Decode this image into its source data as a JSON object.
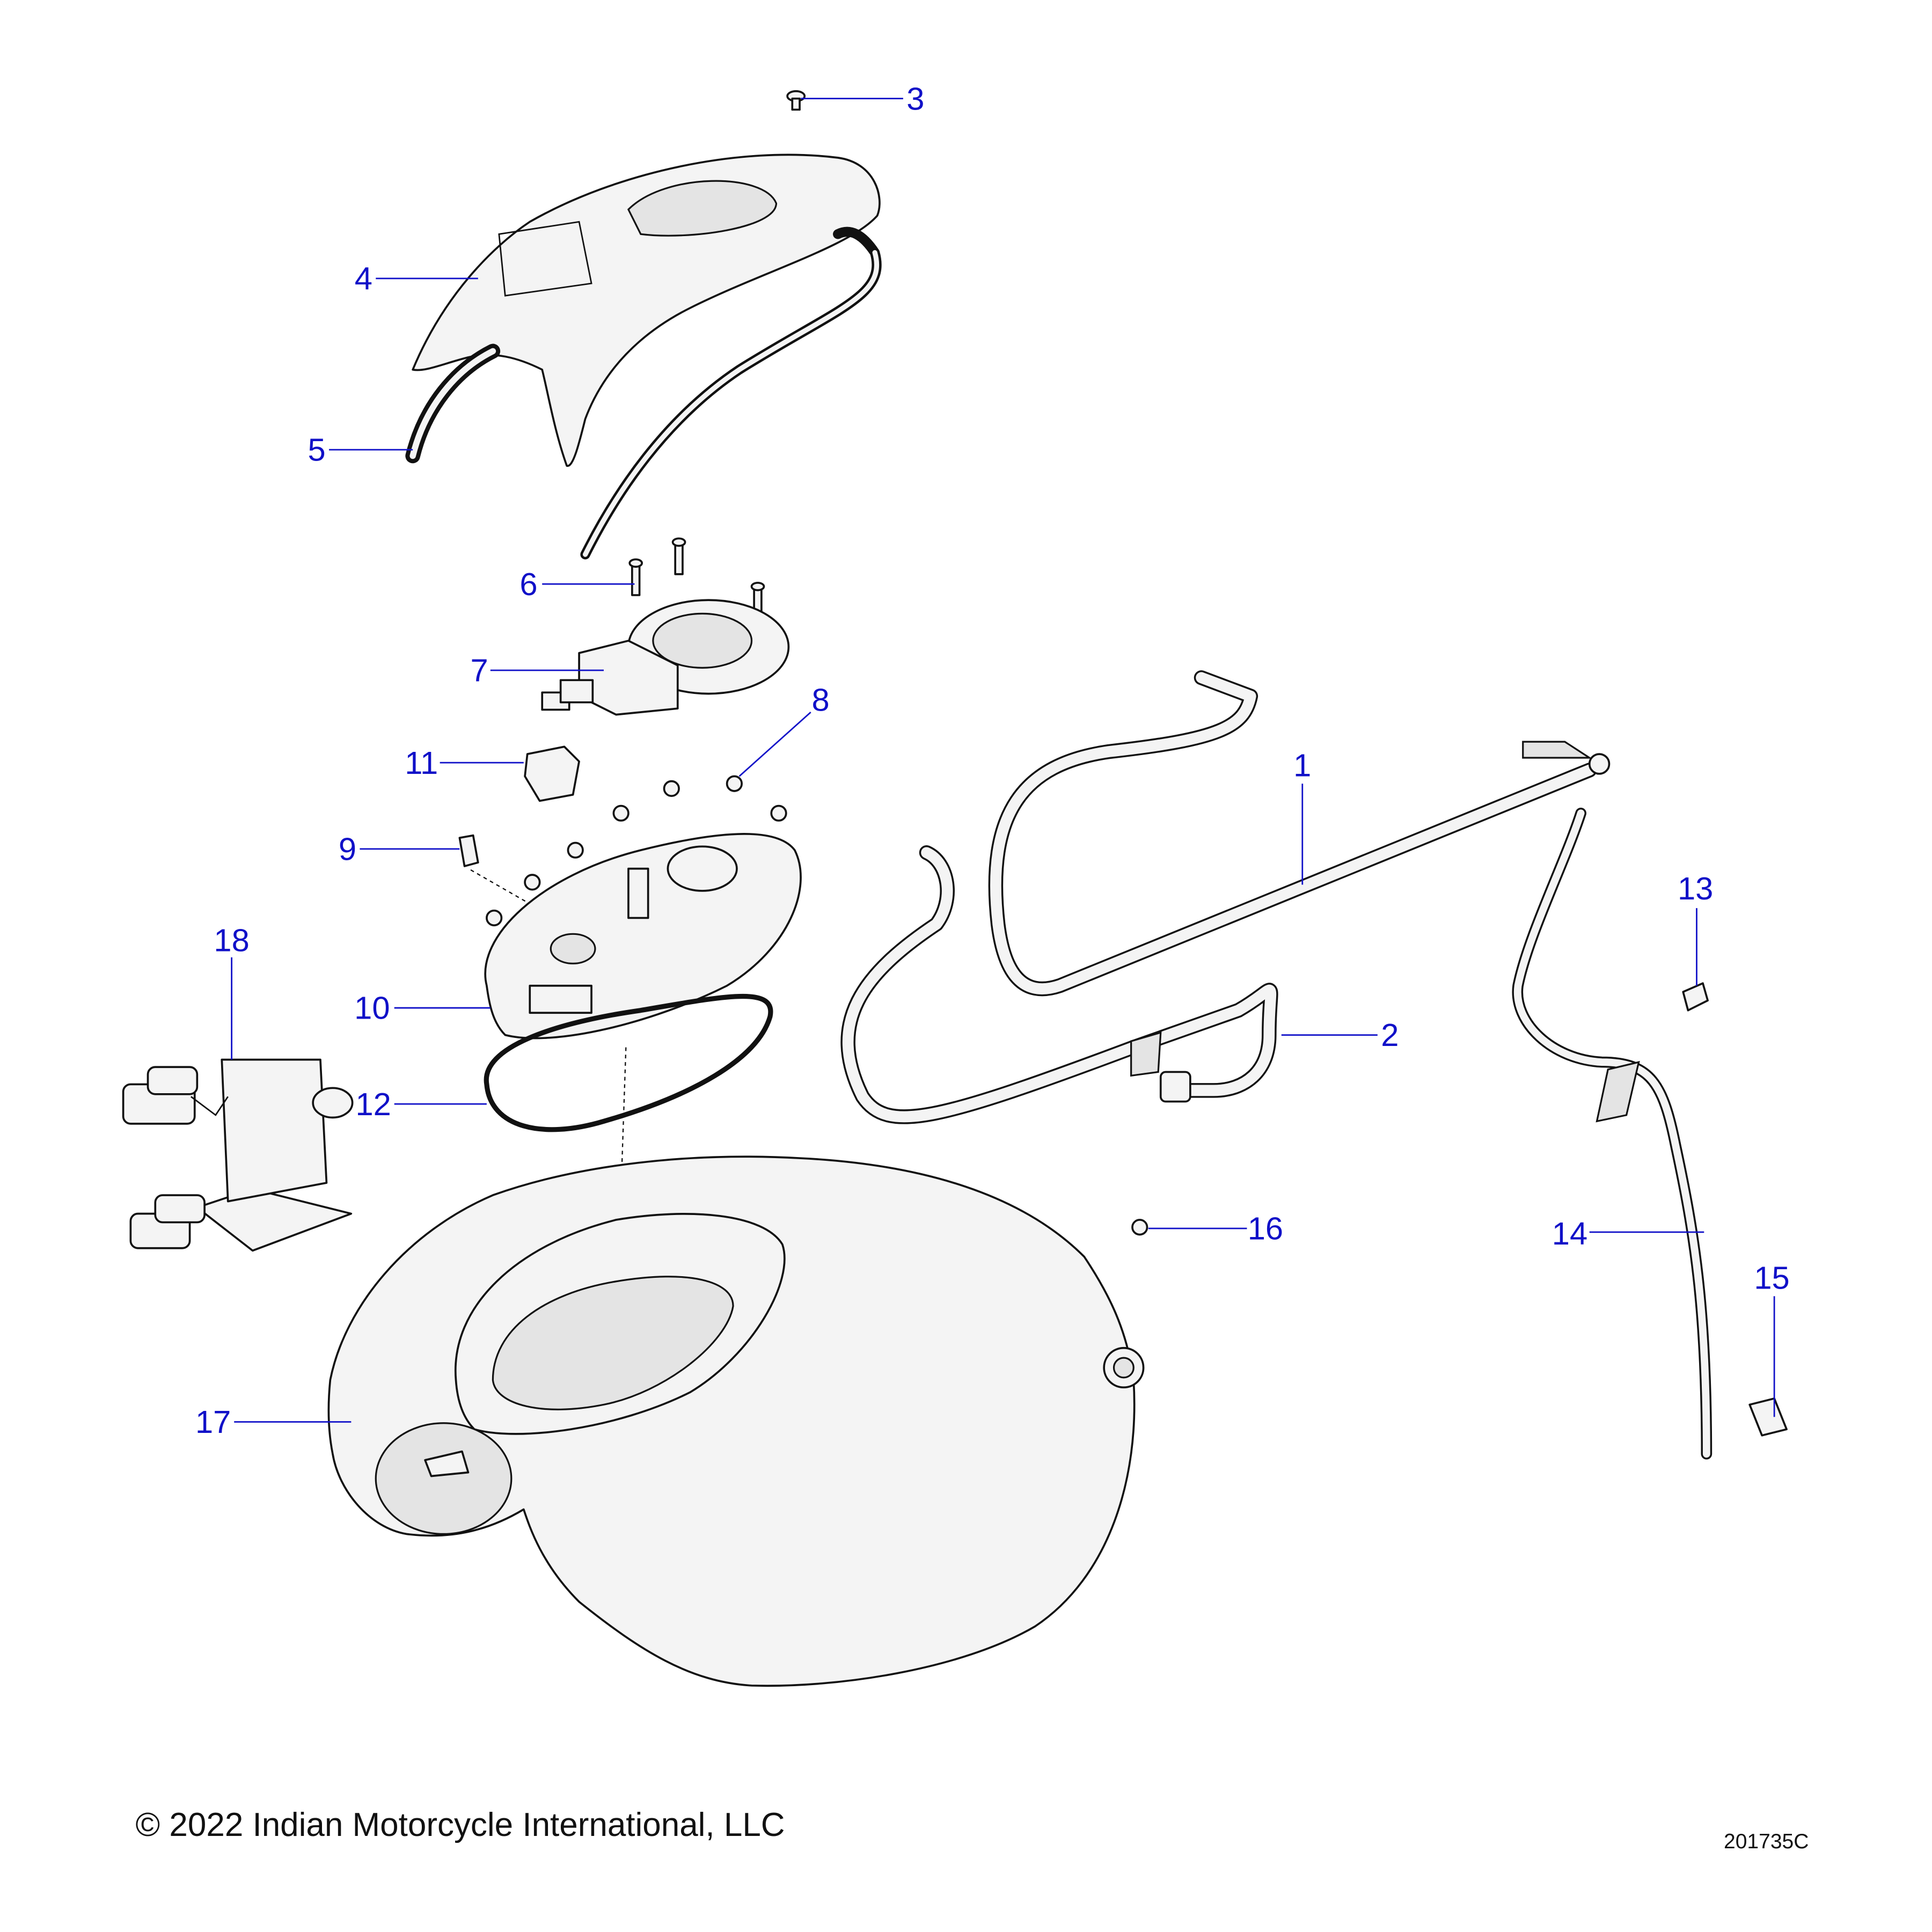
{
  "callouts": {
    "c1": "1",
    "c2": "2",
    "c3": "3",
    "c4": "4",
    "c5": "5",
    "c6": "6",
    "c7": "7",
    "c8": "8",
    "c9": "9",
    "c10": "10",
    "c11": "11",
    "c12": "12",
    "c13": "13",
    "c14": "14",
    "c15": "15",
    "c16": "16",
    "c17": "17",
    "c18": "18"
  },
  "footer": {
    "copyright": "© 2022 Indian Motorcycle International, LLC",
    "diagram_code": "201735C"
  },
  "colors": {
    "callout": "#1010c8",
    "line": "#111111"
  }
}
